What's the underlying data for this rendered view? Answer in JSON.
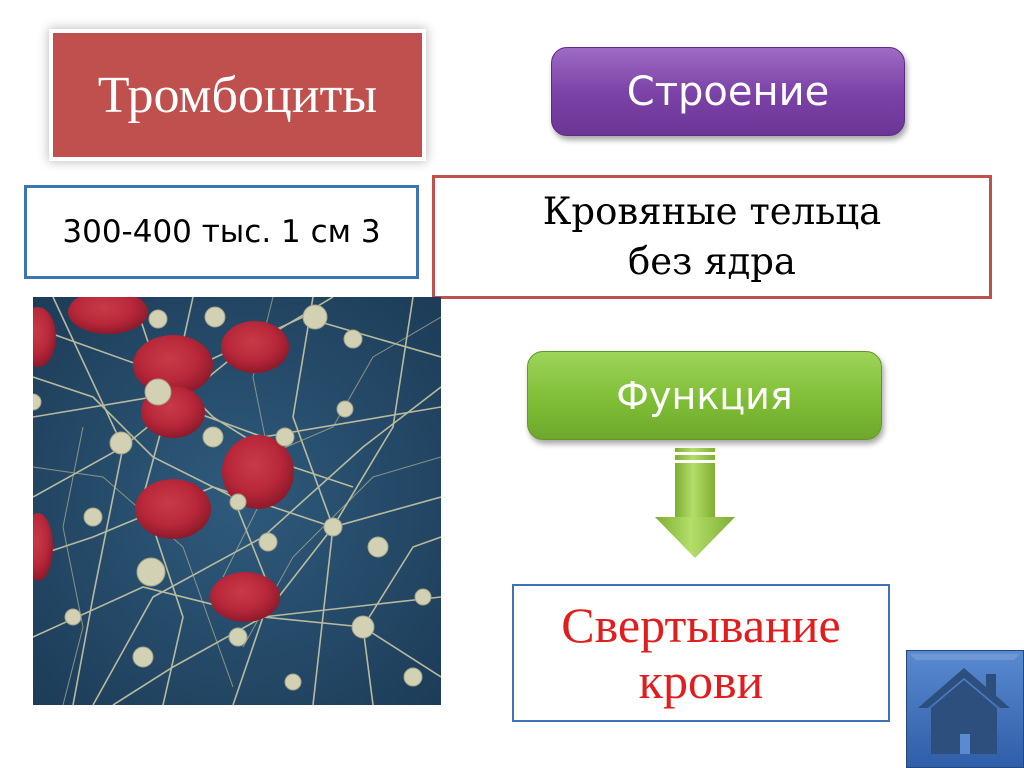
{
  "slide": {
    "title": "Тромбоциты",
    "structure_label": "Строение",
    "count_text": "300-400 тыс. 1 см 3",
    "description": [
      "Кровяные тельца",
      "без ядра"
    ],
    "function_label": "Функция",
    "result": [
      "Свертывание",
      "крови"
    ]
  },
  "colors": {
    "title_bg": "#c0504d",
    "structure_bg": "#7d43a8",
    "function_bg": "#7fbe36",
    "result_text": "#e11d1d",
    "box_border_blue": "#3d74b8",
    "box_border_red": "#c0504d",
    "home_bg": "#3f6eb4"
  },
  "icons": {
    "home": "home-icon",
    "arrow": "down-arrow-icon"
  },
  "image": {
    "subject": "micrograph of red blood cells and platelets in fibrin mesh"
  }
}
